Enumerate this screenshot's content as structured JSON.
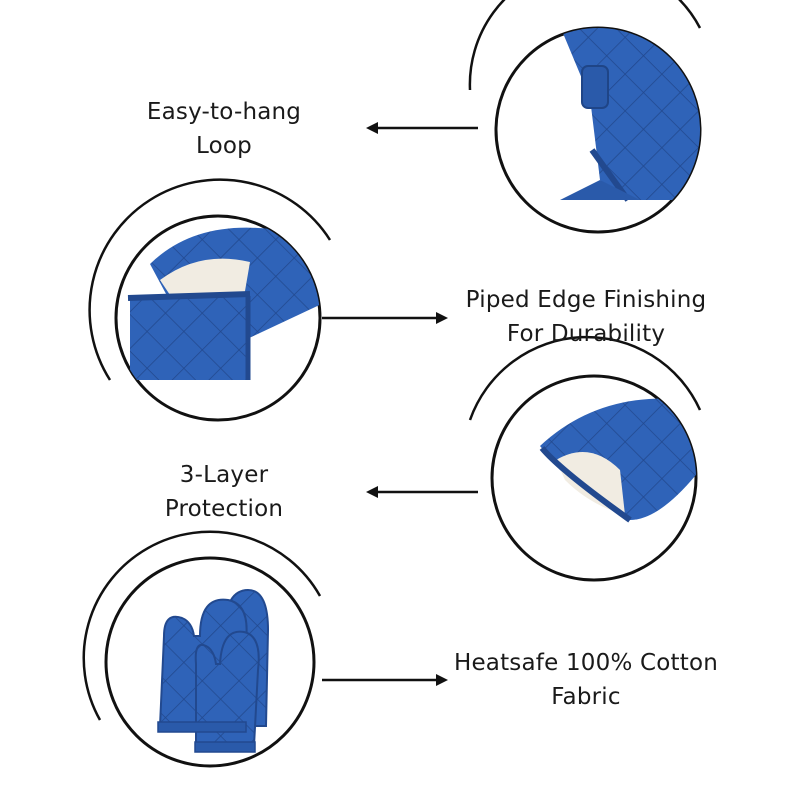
{
  "features": [
    {
      "line1": "Easy-to-hang",
      "line2": "Loop"
    },
    {
      "line1": "Piped Edge Finishing",
      "line2": "For Durability"
    },
    {
      "line1": "3-Layer",
      "line2": "Protection"
    },
    {
      "line1": "Heatsafe 100% Cotton",
      "line2": "Fabric"
    }
  ],
  "colors": {
    "fabric": "#2f63b8",
    "fabric_dark": "#22498f",
    "lining": "#f1ece2",
    "ink": "#111111"
  },
  "icons": [
    "arrow-left-icon",
    "arrow-right-icon",
    "hang-loop-icon",
    "oven-mitt-icon"
  ]
}
